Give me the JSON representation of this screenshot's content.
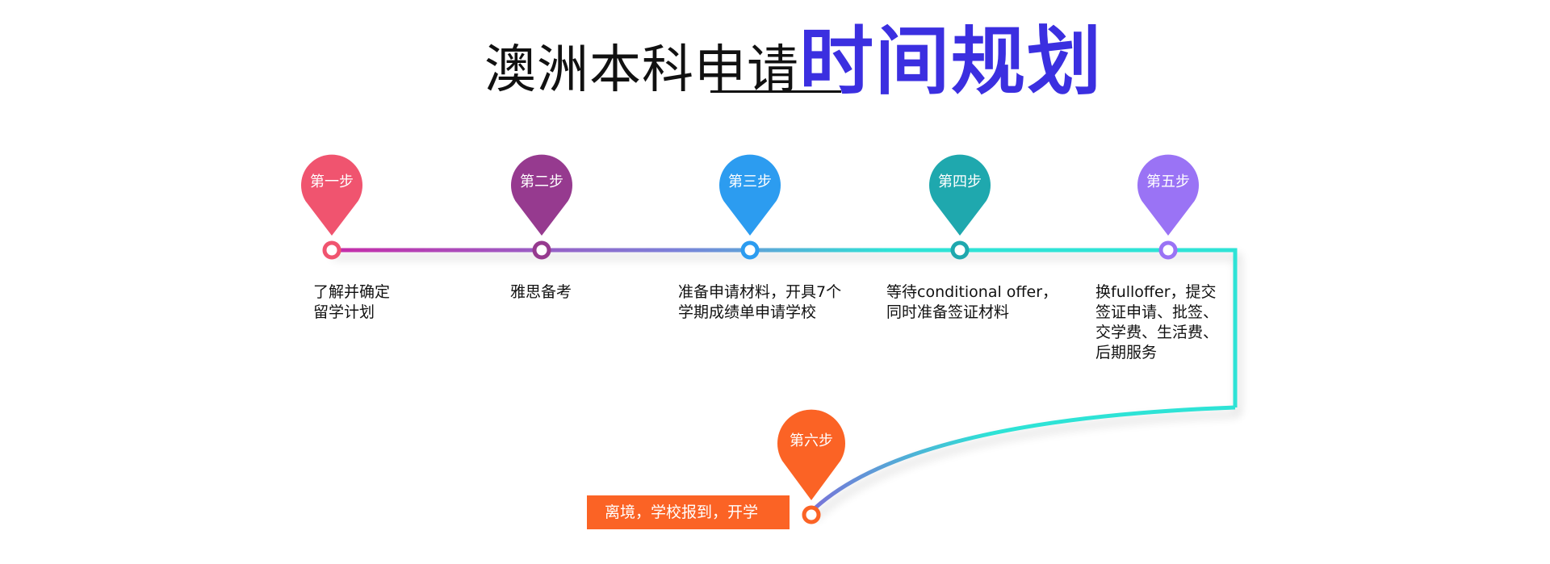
{
  "title": {
    "normal": "澳洲本科申请",
    "highlight": "时间规划"
  },
  "steps": [
    {
      "label": "第一步",
      "color": "#f0546f",
      "desc": [
        "了解并确定",
        "留学计划"
      ]
    },
    {
      "label": "第二步",
      "color": "#963a8f",
      "desc": [
        "雅思备考"
      ]
    },
    {
      "label": "第三步",
      "color": "#2c9cf0",
      "desc": [
        "准备申请材料，开具7个",
        "学期成绩单申请学校"
      ]
    },
    {
      "label": "第四步",
      "color": "#1fa8ae",
      "desc": [
        "等待conditional offer，",
        "同时准备签证材料"
      ]
    },
    {
      "label": "第五步",
      "color": "#9a73f5",
      "desc": [
        "换fulloffer，提交",
        "签证申请、批签、",
        "交学费、生活费、",
        "后期服务"
      ]
    },
    {
      "label": "第六步",
      "color": "#fb6325",
      "desc": [
        "离境，学校报到，开学"
      ]
    }
  ],
  "line_colors": {
    "start": "#c72aa8",
    "mid": "#7b7fd8",
    "end": "#2de3d6"
  }
}
